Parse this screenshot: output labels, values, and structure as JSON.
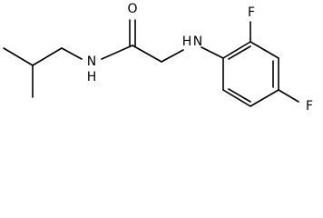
{
  "molecule": {
    "labels": {
      "oxygen": "O",
      "amide_nitrogen": "N",
      "amide_hydrogen": "H",
      "amine_nitrogen": "N",
      "amine_hydrogen": "H",
      "fluorine_top": "F",
      "fluorine_bottom": "F"
    },
    "colors": {
      "bond": "#000000",
      "text": "#000000",
      "background": "#ffffff"
    }
  }
}
